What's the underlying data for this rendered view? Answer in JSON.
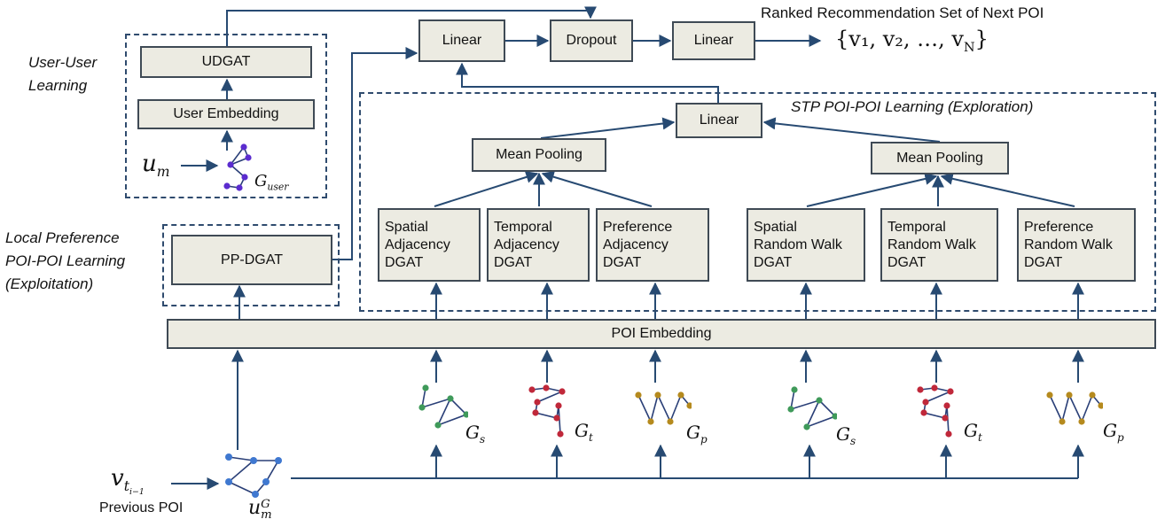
{
  "blocks": {
    "udgat": "UDGAT",
    "user_embedding": "User Embedding",
    "pp_dgat": "PP-DGAT",
    "linear_top": "Linear",
    "dropout": "Dropout",
    "linear_out": "Linear",
    "linear_stp": "Linear",
    "mean_pooling_left": "Mean Pooling",
    "mean_pooling_right": "Mean Pooling",
    "spatial_adj": "Spatial\nAdjacency\nDGAT",
    "temporal_adj": "Temporal\nAdjacency\nDGAT",
    "preference_adj": "Preference\nAdjacency\nDGAT",
    "spatial_rw": "Spatial\nRandom Walk\nDGAT",
    "temporal_rw": "Temporal\nRandom Walk\nDGAT",
    "preference_rw": "Preference\nRandom Walk\nDGAT",
    "poi_embedding": "POI Embedding"
  },
  "labels": {
    "user_user": "User-User\nLearning",
    "local_pref": "Local Preference\nPOI-POI Learning\n(Exploitation)",
    "stp": "STP POI-POI Learning (Exploration)",
    "ranked": "Ranked Recommendation Set of Next POI",
    "output_set": "{v₁, v₂, …, v_N}",
    "previous_poi": "Previous POI"
  },
  "math": {
    "u_m": "u_m",
    "g_user": "G_user",
    "v_prev": "v_{t_{i-1}}",
    "u_m_g": "u_m^G",
    "g_s": "G_s",
    "g_t": "G_t",
    "g_p": "G_p"
  },
  "colors": {
    "user_graph": "#5b2ccf",
    "query_graph": "#3f78d0",
    "spatial_graph": "#3f9a5a",
    "temporal_graph": "#c0283a",
    "preference_graph": "#b58a1e",
    "box_fill": "#ecebe2",
    "dashed_frame": "#2f4b6e",
    "arrow": "#274a72"
  }
}
